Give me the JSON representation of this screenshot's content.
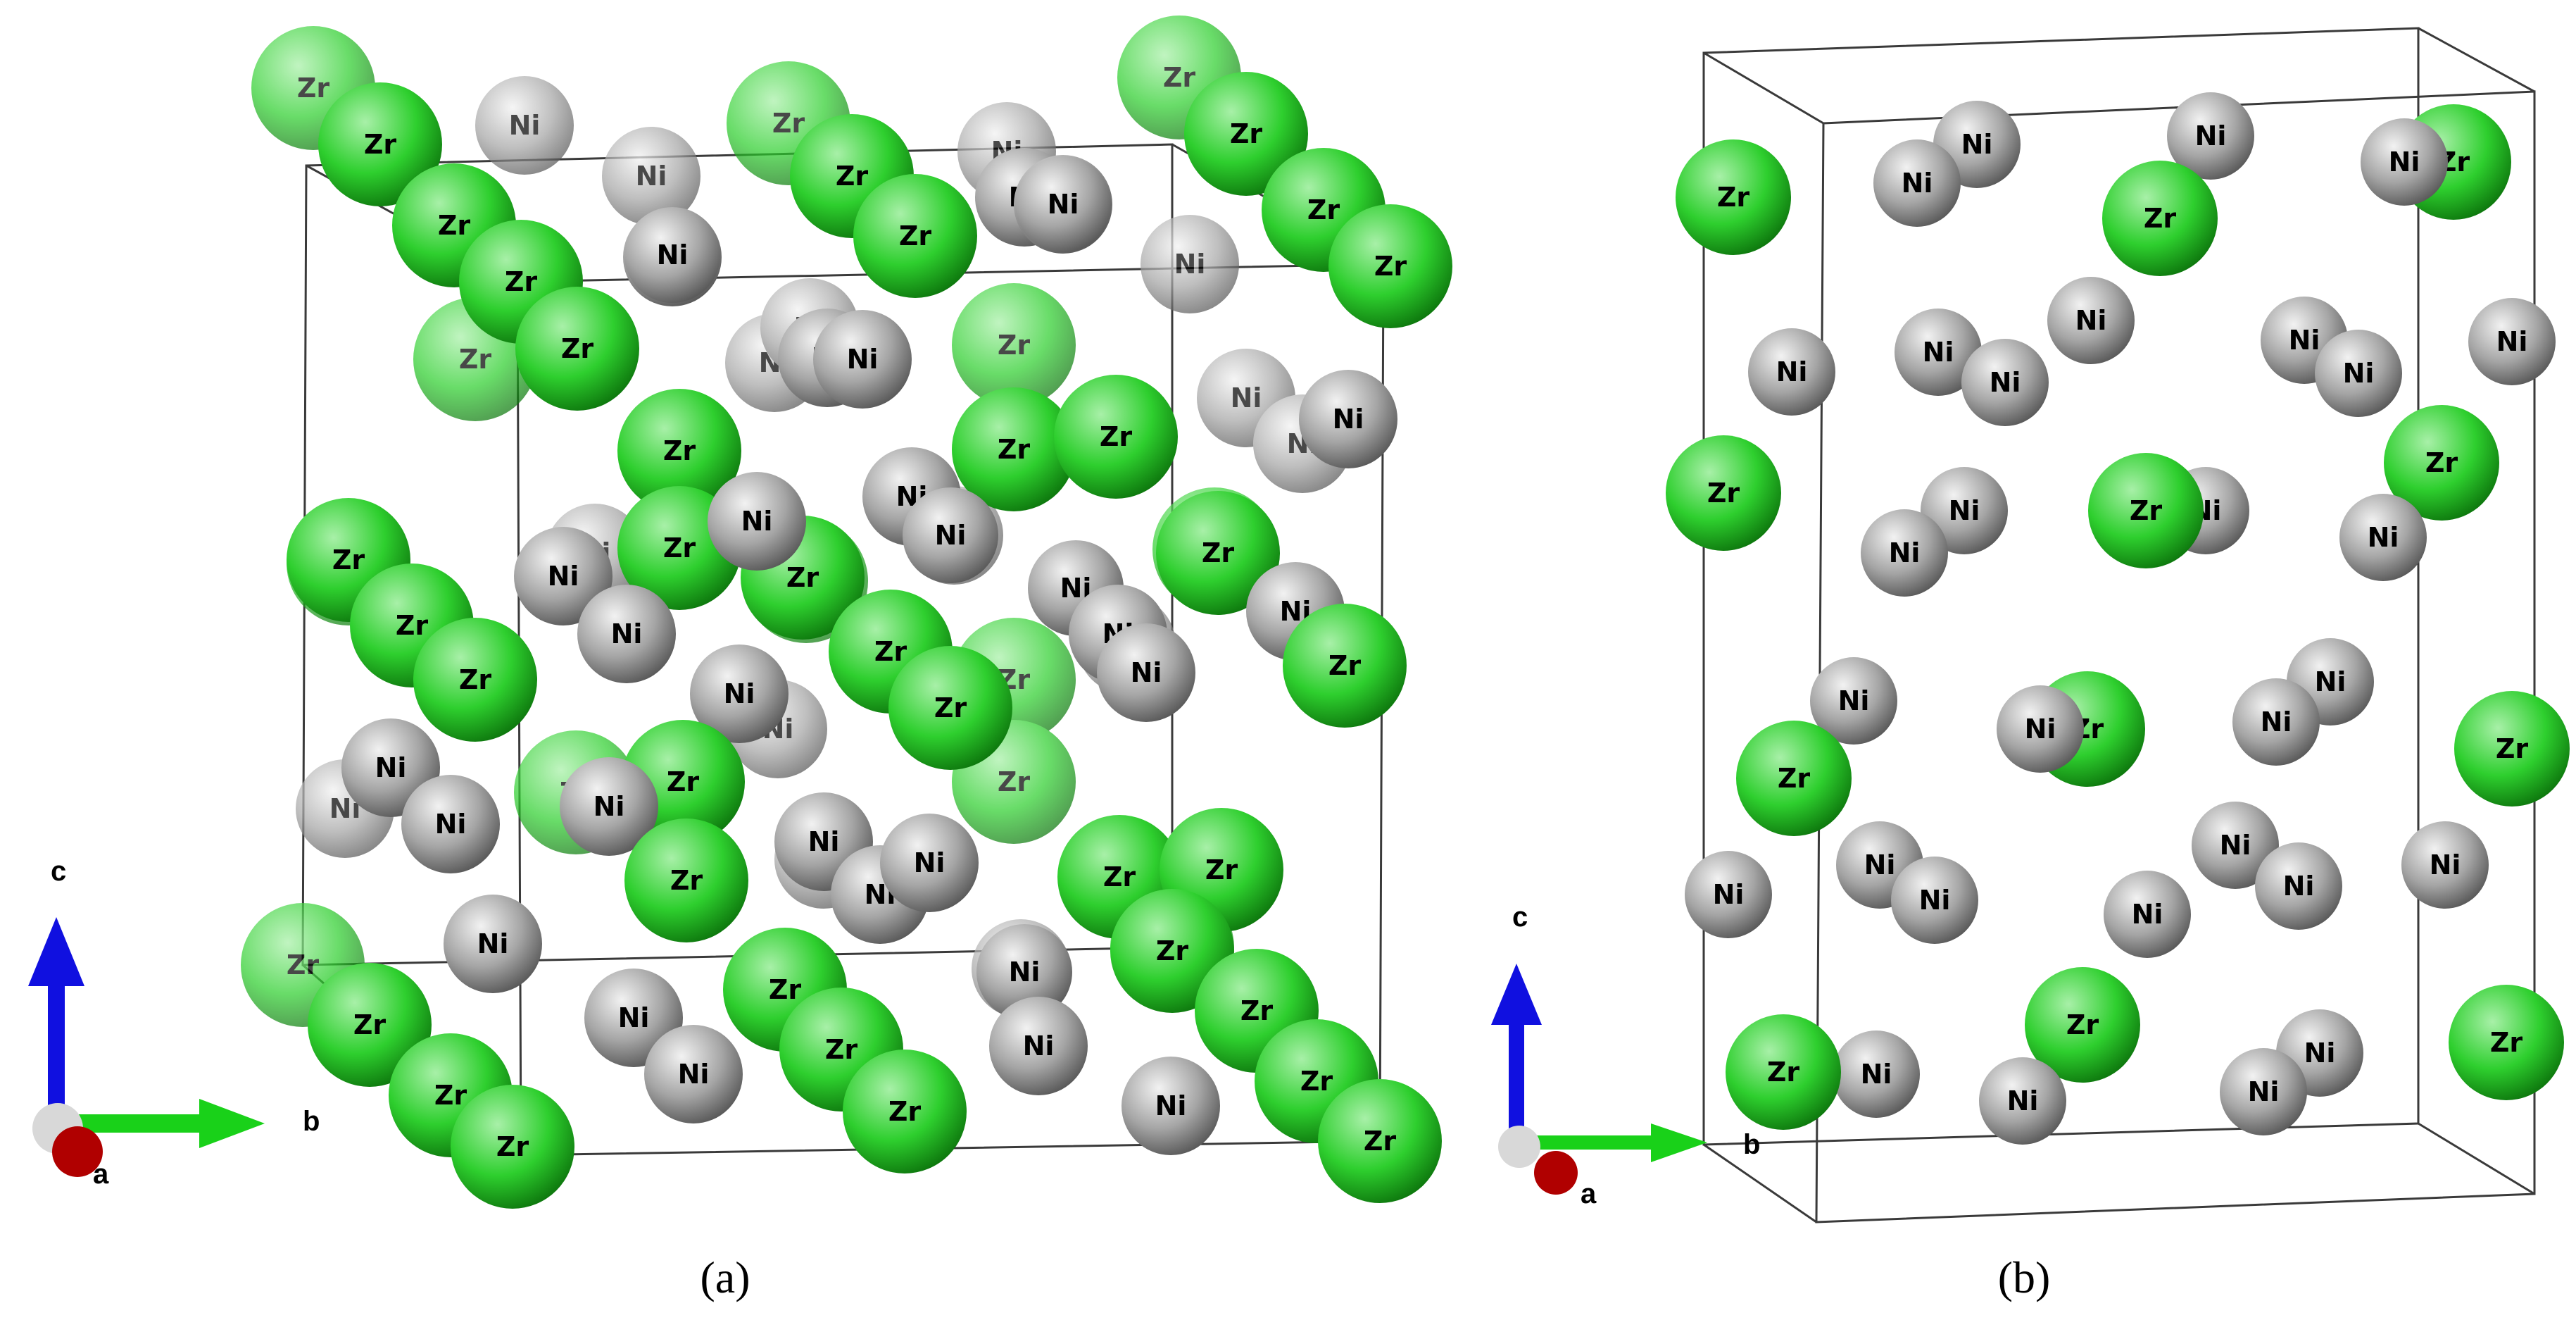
{
  "elements": {
    "Zr": {
      "symbol": "Zr",
      "colors": {
        "light": "#a8f0a8",
        "base": "#2ecf2e",
        "dark": "#0a6e0a"
      }
    },
    "Ni": {
      "symbol": "Ni",
      "colors": {
        "light": "#f2f2f2",
        "base": "#a5a5a5",
        "dark": "#505050"
      }
    }
  },
  "axes": {
    "c": {
      "label": "c",
      "color": "#1010e0"
    },
    "b": {
      "label": "b",
      "color": "#19d119"
    },
    "a": {
      "label": "a",
      "color": "#b00000"
    },
    "origin_color": "#d8d8d8"
  },
  "panels": [
    {
      "id": "a",
      "caption": "(a)"
    },
    {
      "id": "b",
      "caption": "(b)"
    }
  ]
}
